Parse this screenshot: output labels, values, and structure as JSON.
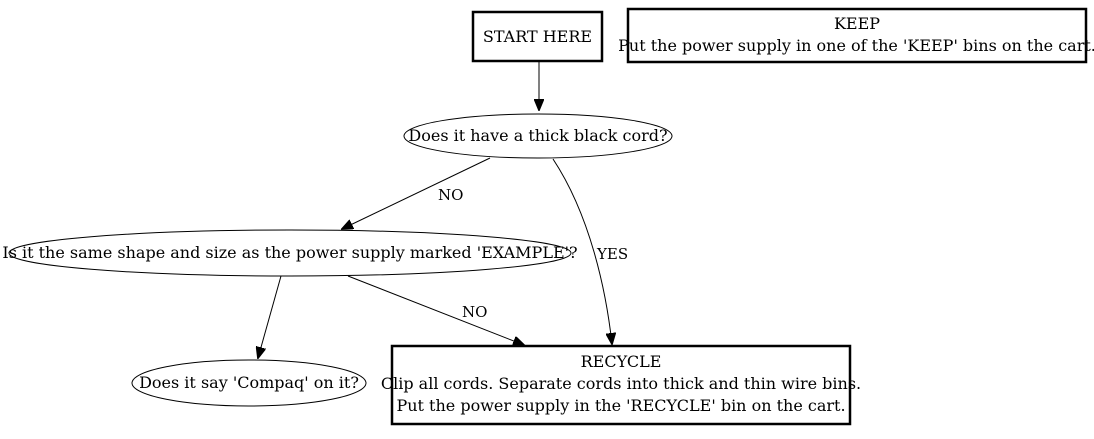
{
  "diagram": {
    "nodes": {
      "start": {
        "lines": [
          "START HERE"
        ]
      },
      "keep": {
        "lines": [
          "KEEP",
          "Put the power supply in one of the 'KEEP' bins on the cart."
        ]
      },
      "thick_cord": {
        "lines": [
          "Does it have a thick black cord?"
        ]
      },
      "same_shape": {
        "lines": [
          "Is it the same shape and size as the power supply marked 'EXAMPLE'?"
        ]
      },
      "compaq": {
        "lines": [
          "Does it say 'Compaq' on it?"
        ]
      },
      "recycle": {
        "lines": [
          "RECYCLE",
          "Clip all cords. Separate cords into thick and thin wire bins.",
          "Put the power supply in the 'RECYCLE' bin on the cart."
        ]
      }
    },
    "edges": [
      {
        "from": "start",
        "to": "thick_cord",
        "label": ""
      },
      {
        "from": "thick_cord",
        "to": "same_shape",
        "label": "NO"
      },
      {
        "from": "thick_cord",
        "to": "recycle",
        "label": "YES"
      },
      {
        "from": "same_shape",
        "to": "recycle",
        "label": "NO"
      },
      {
        "from": "same_shape",
        "to": "compaq",
        "label": ""
      }
    ]
  }
}
